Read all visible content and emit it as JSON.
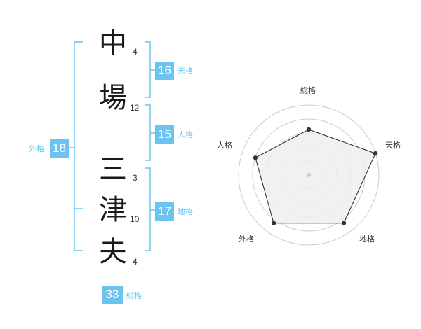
{
  "name": {
    "characters": [
      {
        "char": "中",
        "strokes": "4"
      },
      {
        "char": "場",
        "strokes": "12"
      },
      {
        "char": "三",
        "strokes": "3"
      },
      {
        "char": "津",
        "strokes": "10"
      },
      {
        "char": "夫",
        "strokes": "4"
      }
    ]
  },
  "kakusu": {
    "tenkaku": {
      "value": "16",
      "label": "天格"
    },
    "jinkaku": {
      "value": "15",
      "label": "人格"
    },
    "chikaku": {
      "value": "17",
      "label": "地格"
    },
    "gaikaku": {
      "value": "18",
      "label": "外格"
    },
    "soukaku": {
      "value": "33",
      "label": "総格"
    }
  },
  "colors": {
    "accent": "#6bc4f0",
    "text": "#1a1a1a",
    "radar_fill": "#eeeeee",
    "radar_stroke": "#222222"
  },
  "radar": {
    "axes": [
      "総格",
      "天格",
      "地格",
      "外格",
      "人格"
    ],
    "values": [
      0.65,
      1.0,
      0.85,
      0.85,
      0.8
    ]
  }
}
